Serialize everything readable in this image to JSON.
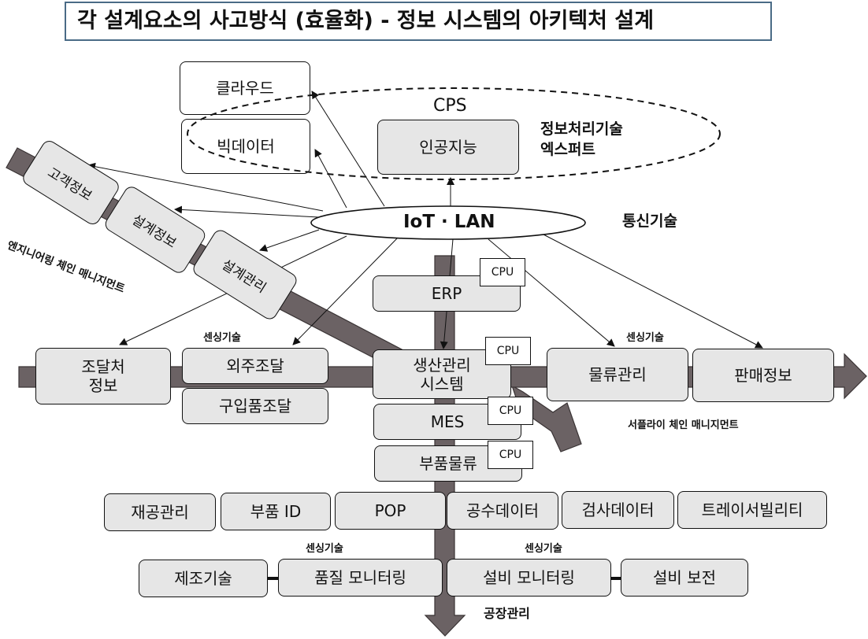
{
  "title": "각 설계요소의 사고방식 (효율화) - 정보 시스템의 아키텍처 설계",
  "cps": {
    "label": "CPS",
    "cloud": "클라우드",
    "big_data": "빅데이터",
    "ai": "인공지능",
    "expert_label": "정보처리기술\n엑스퍼트"
  },
  "iot": {
    "label": "IoT · LAN",
    "comm_label": "통신기술"
  },
  "engineering_chain": {
    "label": "엔지니어링 체인 매니지먼트",
    "items": [
      "고객정보",
      "설계정보",
      "설계관리"
    ]
  },
  "supply_chain": {
    "label": "서플라이 체인 매니지먼트",
    "procurement_info": "조달처\n정보",
    "outsourcing": "외주조달",
    "parts_purchase": "구입품조달",
    "production_mgmt": "생산관리\n시스템",
    "logistics": "물류관리",
    "sales": "판매정보"
  },
  "systems": {
    "erp": "ERP",
    "mes": "MES",
    "parts_logistics": "부품물류",
    "cpu_label": "CPU"
  },
  "sensing_label": "센싱기술",
  "shop_row1": [
    "재공관리",
    "부품 ID",
    "POP",
    "공수데이터",
    "검사데이터",
    "트레이서빌리티"
  ],
  "shop_row2": [
    "제조기술",
    "품질 모니터링",
    "설비 모니터링",
    "설비 보전"
  ],
  "factory_label": "공장관리",
  "colors": {
    "arrow_fill": "#6b6264",
    "box_fill": "#e6e6e6",
    "title_border": "#4a6b86"
  }
}
